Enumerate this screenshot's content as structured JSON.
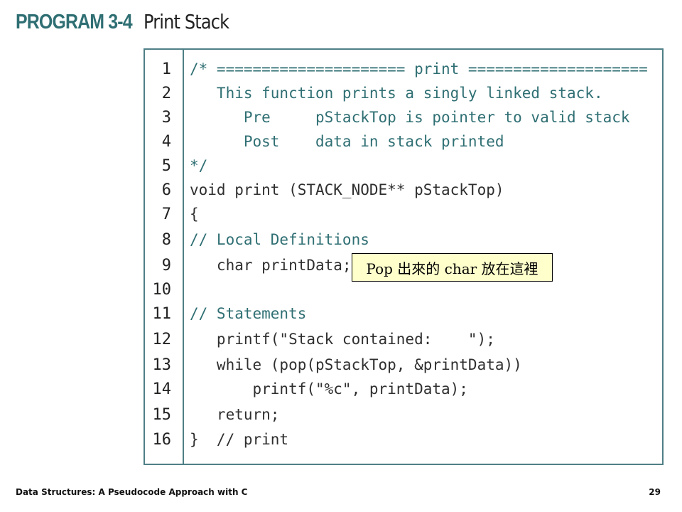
{
  "header": {
    "program_label": "PROGRAM 3-4",
    "title": "Print Stack"
  },
  "code": {
    "lines": [
      {
        "number": "1",
        "text": "/* ===================== print ====================",
        "comment": true
      },
      {
        "number": "2",
        "text": "   This function prints a singly linked stack.",
        "comment": true
      },
      {
        "number": "3",
        "text": "      Pre     pStackTop is pointer to valid stack",
        "comment": true
      },
      {
        "number": "4",
        "text": "      Post    data in stack printed",
        "comment": true
      },
      {
        "number": "5",
        "text": "*/",
        "comment": true
      },
      {
        "number": "6",
        "text": "void print (STACK_NODE** pStackTop)",
        "comment": false
      },
      {
        "number": "7",
        "text": "{",
        "comment": false
      },
      {
        "number": "8",
        "text": "// Local Definitions",
        "comment": true
      },
      {
        "number": "9",
        "text": "   char printData;",
        "comment": false
      },
      {
        "number": "10",
        "text": "",
        "comment": false
      },
      {
        "number": "11",
        "text": "// Statements",
        "comment": true
      },
      {
        "number": "12",
        "text": "   printf(\"Stack contained:    \");",
        "comment": false
      },
      {
        "number": "13",
        "text": "   while (pop(pStackTop, &printData))",
        "comment": false
      },
      {
        "number": "14",
        "text": "       printf(\"%c\", printData);",
        "comment": false
      },
      {
        "number": "15",
        "text": "   return;",
        "comment": false
      },
      {
        "number": "16",
        "text": "}  // print",
        "comment": false
      }
    ]
  },
  "annotation": {
    "text": "Pop 出來的 char 放在這裡"
  },
  "footer": {
    "left": "Data Structures: A Pseudocode Approach with C",
    "page_number": "29"
  },
  "colors": {
    "header": "#2f6f73",
    "frame": "#4f7f86",
    "annotation_background": "#ffffcc",
    "comment": "#2f6f73"
  }
}
